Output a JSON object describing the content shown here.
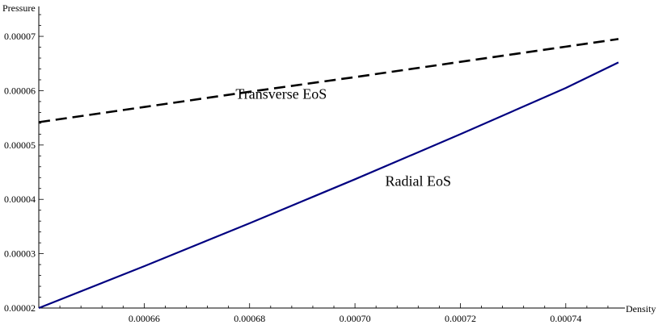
{
  "chart_data": {
    "type": "line",
    "xlabel": "Density",
    "ylabel": "Pressure",
    "xlim": [
      0.00064,
      0.00075
    ],
    "ylim": [
      2e-05,
      7.55e-05
    ],
    "x_ticks": [
      0.00066,
      0.00068,
      0.0007,
      0.00072,
      0.00074
    ],
    "x_tick_labels": [
      "0.00066",
      "0.00068",
      "0.00070",
      "0.00072",
      "0.00074"
    ],
    "y_ticks": [
      2e-05,
      3e-05,
      4e-05,
      5e-05,
      6e-05,
      7e-05
    ],
    "y_tick_labels": [
      "0.00002",
      "0.00003",
      "0.00004",
      "0.00005",
      "0.00006",
      "0.00007"
    ],
    "grid": false,
    "series": [
      {
        "name": "Transverse EoS",
        "style": "dashed",
        "color": "#000000",
        "x": [
          0.00064,
          0.00066,
          0.00068,
          0.0007,
          0.00072,
          0.00074,
          0.00075
        ],
        "y": [
          5.42e-05,
          5.7e-05,
          5.98e-05,
          6.25e-05,
          6.53e-05,
          6.81e-05,
          6.95e-05
        ]
      },
      {
        "name": "Radial EoS",
        "style": "solid",
        "color": "#000080",
        "x": [
          0.00064,
          0.00066,
          0.00068,
          0.0007,
          0.00072,
          0.00074,
          0.00075
        ],
        "y": [
          2e-05,
          2.77e-05,
          3.56e-05,
          4.37e-05,
          5.2e-05,
          6.05e-05,
          6.52e-05
        ]
      }
    ],
    "annotations": [
      {
        "text": "Transverse EoS",
        "x": 0.000686,
        "y": 5.85e-05
      },
      {
        "text": "Radial EoS",
        "x": 0.000712,
        "y": 4.25e-05
      }
    ]
  }
}
